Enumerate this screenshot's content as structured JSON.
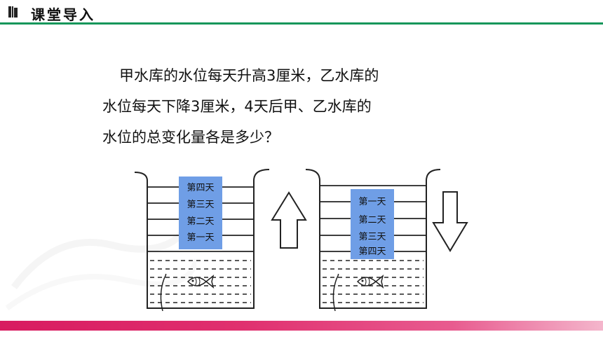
{
  "header": {
    "title": "课堂导入",
    "accent_color": "#14965a",
    "icon": "book-icon"
  },
  "problem": {
    "lines": [
      "甲水库的水位每天升高3厘米，乙水库的",
      "水位每天下降3厘米，4天后甲、乙水库的",
      "水位的总变化量各是多少？"
    ]
  },
  "figure": {
    "left_tank": {
      "labels": [
        "第四天",
        "第三天",
        "第二天",
        "第一天"
      ],
      "arrow": "up-arrow-icon"
    },
    "right_tank": {
      "labels": [
        "第一天",
        "第二天",
        "第三天",
        "第四天"
      ],
      "arrow": "down-arrow-icon"
    },
    "label_color": "#6f9ee6"
  },
  "footer": {
    "bar_color": "#d81b60"
  }
}
